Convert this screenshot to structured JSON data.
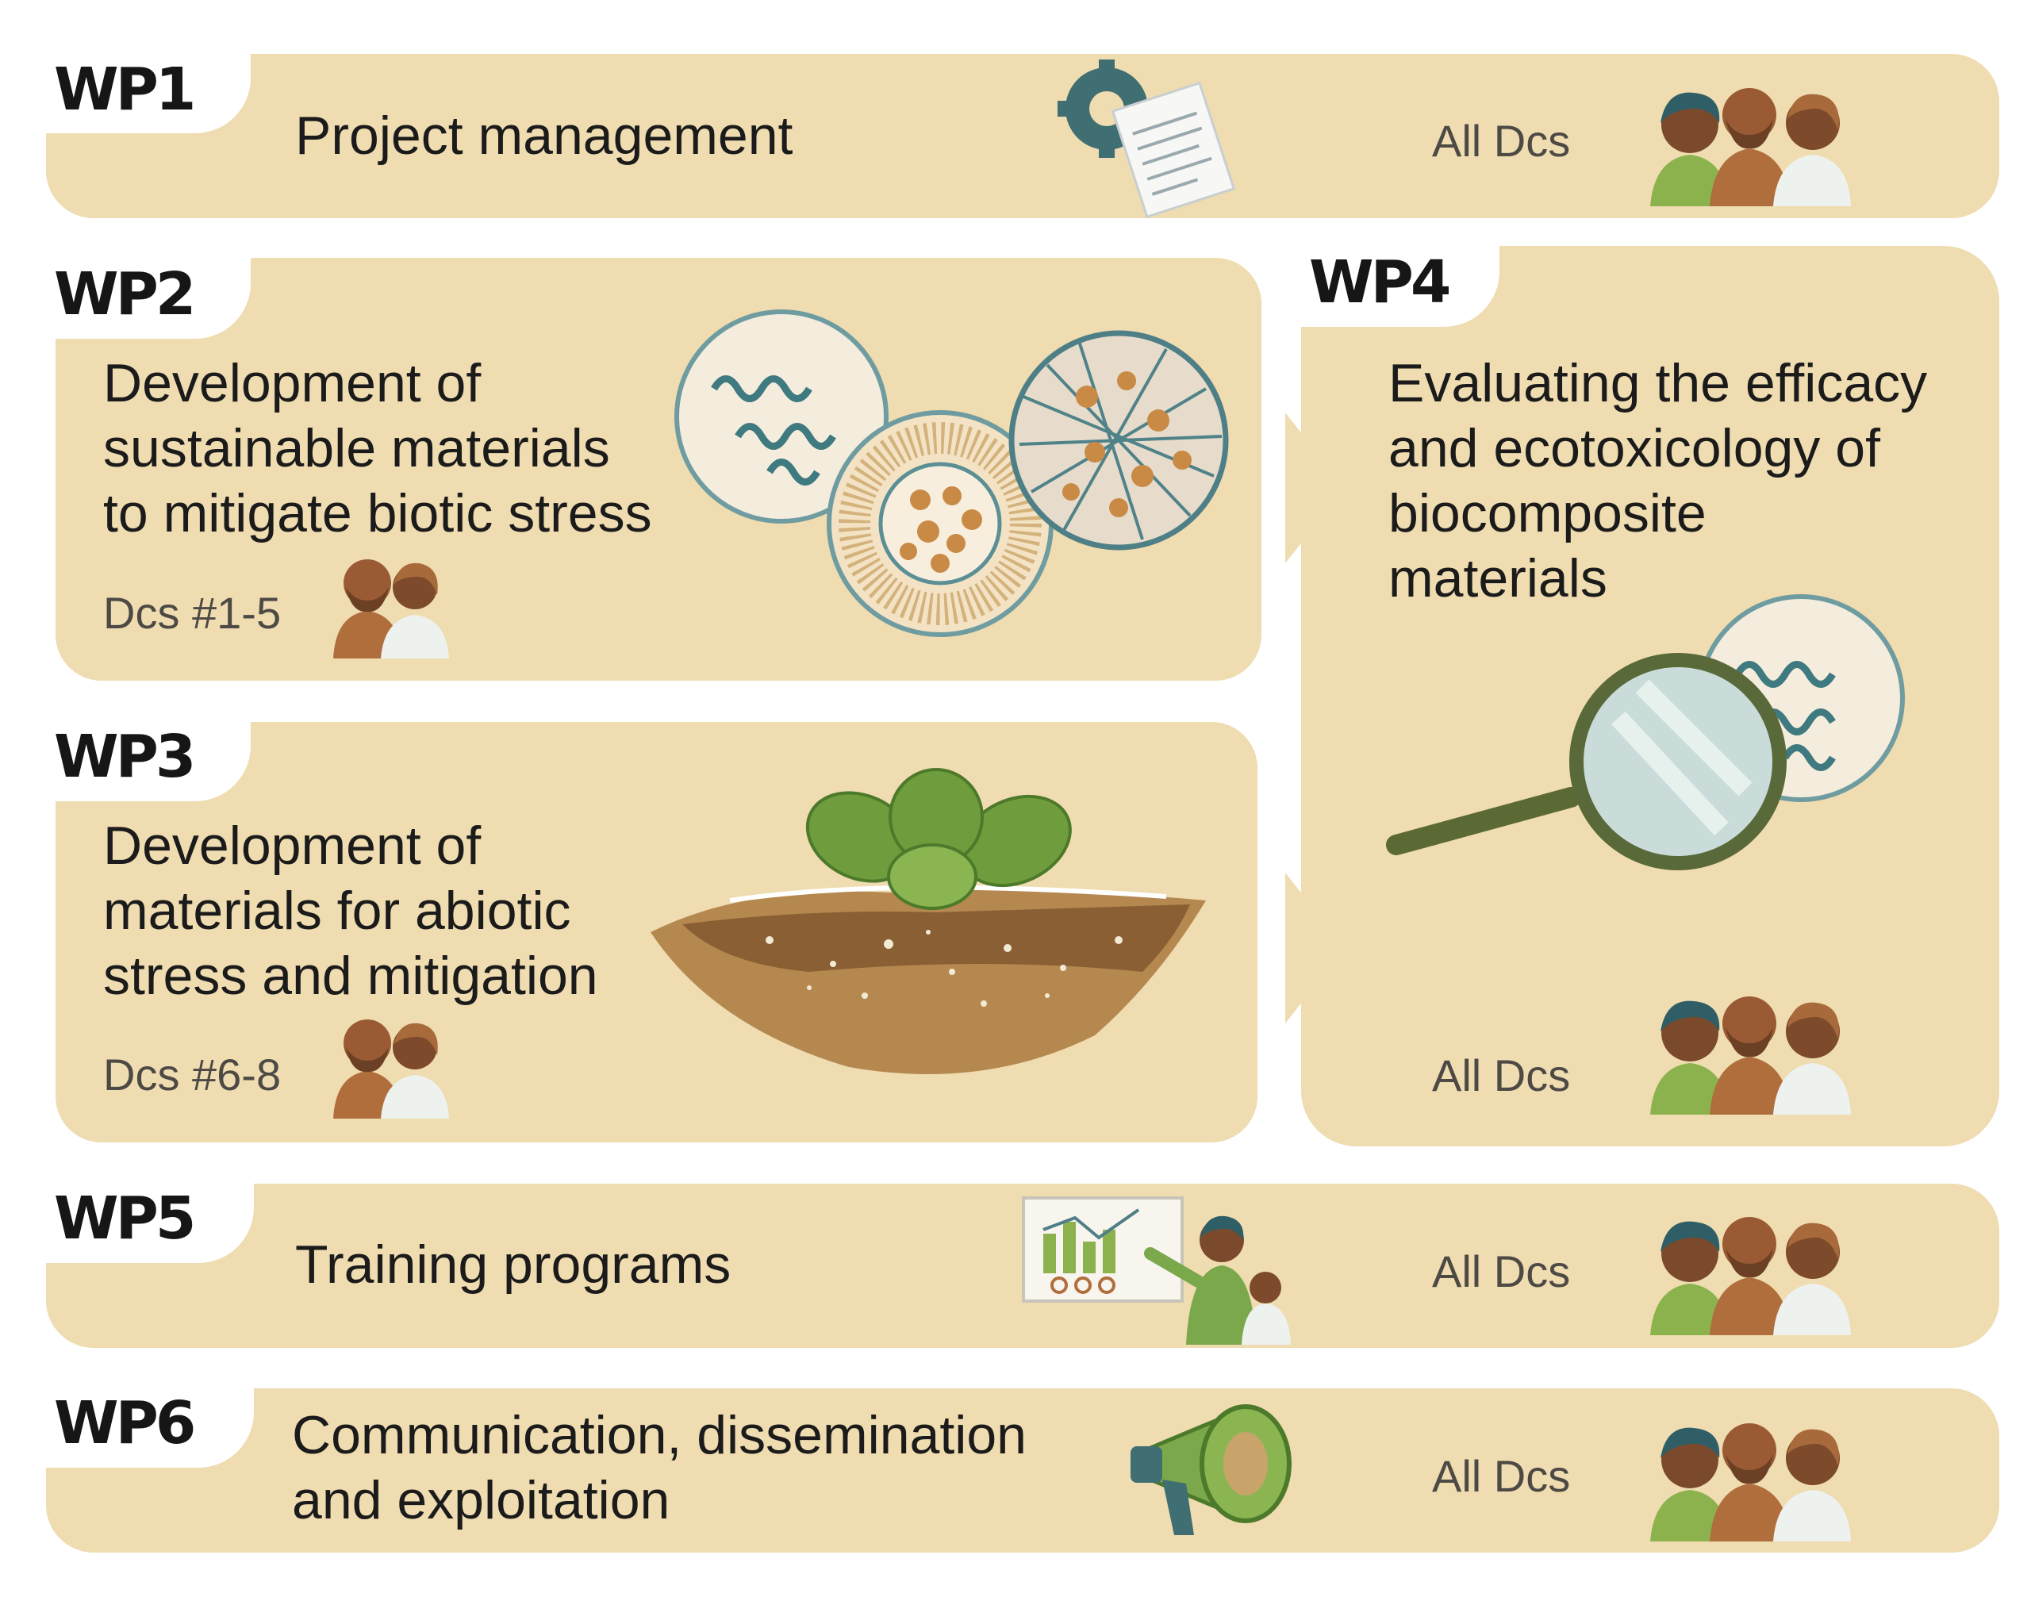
{
  "packages": [
    {
      "id": "WP1",
      "title_lines": [
        "Project management"
      ],
      "dcs": "All Dcs",
      "icon": "gear-document-icon"
    },
    {
      "id": "WP2",
      "title_lines": [
        "Development of",
        "sustainable materials",
        "to mitigate biotic stress"
      ],
      "dcs": "Dcs #1-5",
      "icon": "nanoparticle-capsules-icon"
    },
    {
      "id": "WP3",
      "title_lines": [
        "Development of",
        "materials for abiotic",
        "stress and mitigation"
      ],
      "dcs": "Dcs #6-8",
      "icon": "seedling-soil-icon"
    },
    {
      "id": "WP4",
      "title_lines": [
        "Evaluating the efficacy",
        "and ecotoxicology of",
        "biocomposite",
        "materials"
      ],
      "dcs": "All Dcs",
      "icon": "magnifying-glass-icon"
    },
    {
      "id": "WP5",
      "title_lines": [
        "Training programs"
      ],
      "dcs": "All Dcs",
      "icon": "presentation-board-icon"
    },
    {
      "id": "WP6",
      "title_lines": [
        "Communication, dissemination",
        "and exploitation"
      ],
      "dcs": "All Dcs",
      "icon": "megaphone-icon"
    }
  ],
  "colors": {
    "panel": "#efdcb0",
    "tab": "#ffffff",
    "text": "#1b1b1b",
    "muted": "#4d4a45",
    "green": "#7aa84a",
    "teal": "#3f6e73"
  }
}
